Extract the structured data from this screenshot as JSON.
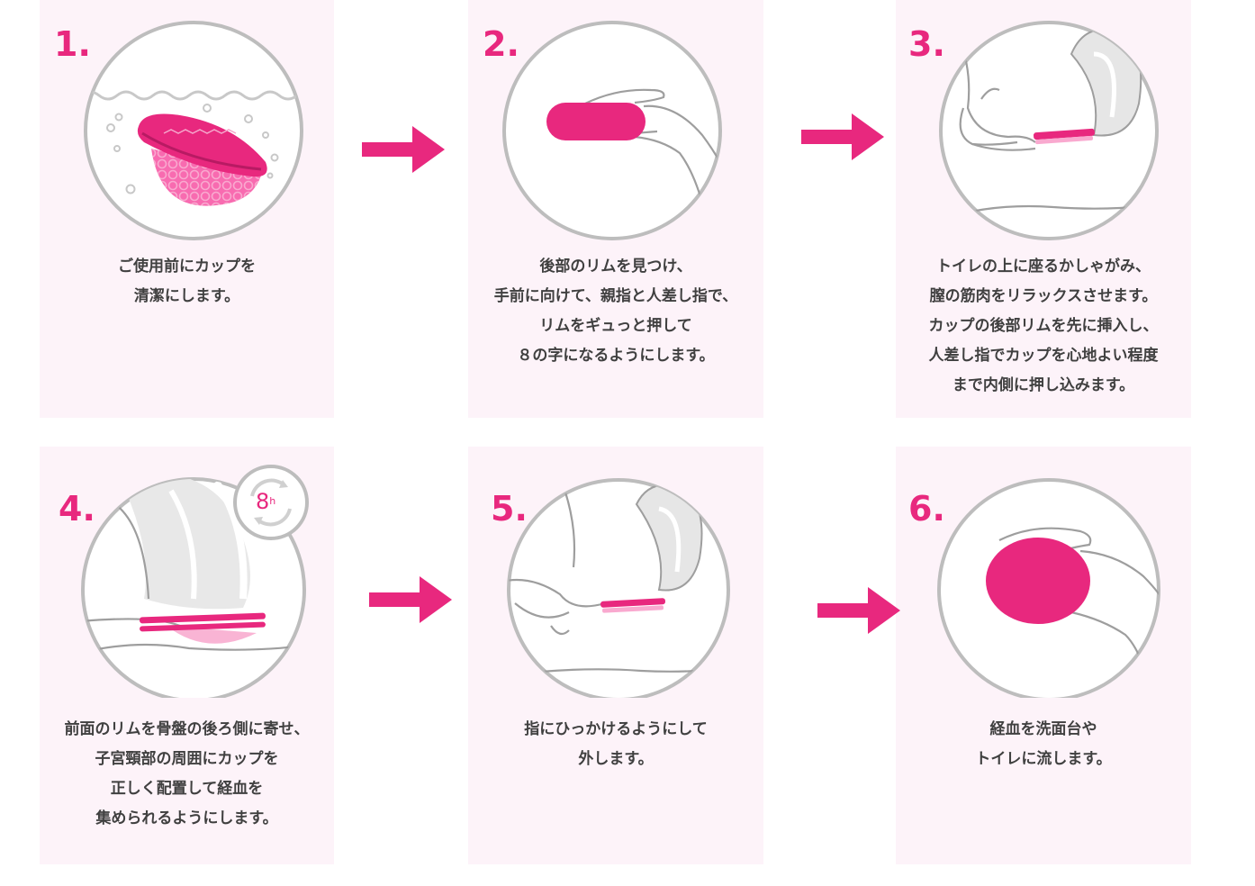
{
  "accent": "#e8287e",
  "steps": [
    {
      "number": "1.",
      "icon": "cup-in-water-icon",
      "lines": [
        "ご使用前にカップを",
        "清潔にします。"
      ]
    },
    {
      "number": "2.",
      "icon": "hand-folding-cup-icon",
      "lines": [
        "後部のリムを見つけ、",
        "手前に向けて、親指と人差し指で、",
        "リムをギュっと押して",
        "８の字になるようにします。"
      ]
    },
    {
      "number": "3.",
      "icon": "inserting-cup-icon",
      "lines": [
        "トイレの上に座るかしゃがみ、",
        "膣の筋肉をリラックスさせます。",
        "カップの後部リムを先に挿入し、",
        "人差し指でカップを心地よい程度",
        "まで内側に押し込みます。"
      ]
    },
    {
      "number": "4.",
      "icon": "cup-positioned-icon",
      "badge": "8",
      "badge_unit": "h",
      "lines": [
        "前面のリムを骨盤の後ろ側に寄せ、",
        "子宮頸部の周囲にカップを",
        "正しく配置して経血を",
        "集められるようにします。"
      ]
    },
    {
      "number": "5.",
      "icon": "removing-cup-icon",
      "lines": [
        "指にひっかけるようにして",
        "外します。"
      ]
    },
    {
      "number": "6.",
      "icon": "hand-holding-cup-icon",
      "lines": [
        "経血を洗面台や",
        "トイレに流します。"
      ]
    }
  ]
}
